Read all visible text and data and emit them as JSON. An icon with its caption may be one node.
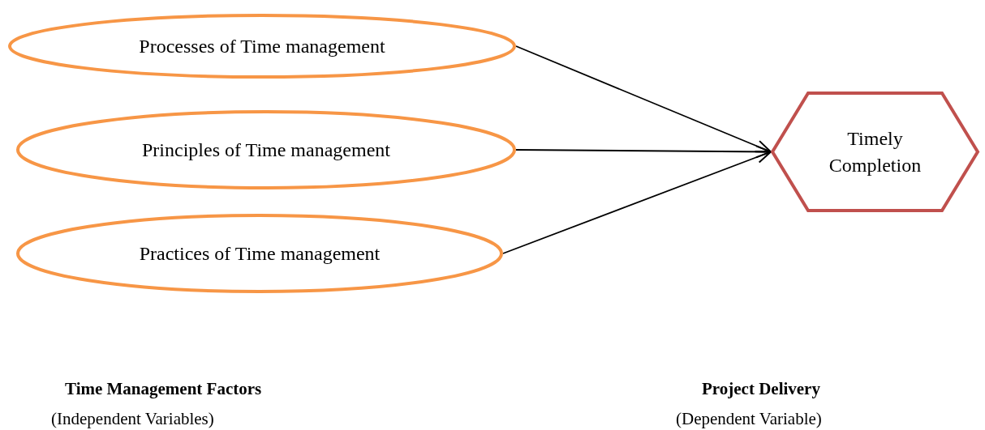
{
  "diagram": {
    "nodes": [
      {
        "text": [
          "Processes of Time management"
        ]
      },
      {
        "text": [
          "Principles of Time management"
        ]
      },
      {
        "text": [
          "Practices of Time management"
        ]
      },
      {
        "text": [
          "Timely Completion"
        ]
      }
    ],
    "edges": [
      {
        "from": 0,
        "to": 3,
        "arrow": "to"
      },
      {
        "from": 1,
        "to": 3,
        "arrow": "to"
      },
      {
        "from": 2,
        "to": 3,
        "arrow": "to"
      }
    ],
    "labels": [
      "Time Management Factors",
      "(Independent Variables)",
      "Project Delivery",
      "(Dependent Variable)"
    ]
  }
}
